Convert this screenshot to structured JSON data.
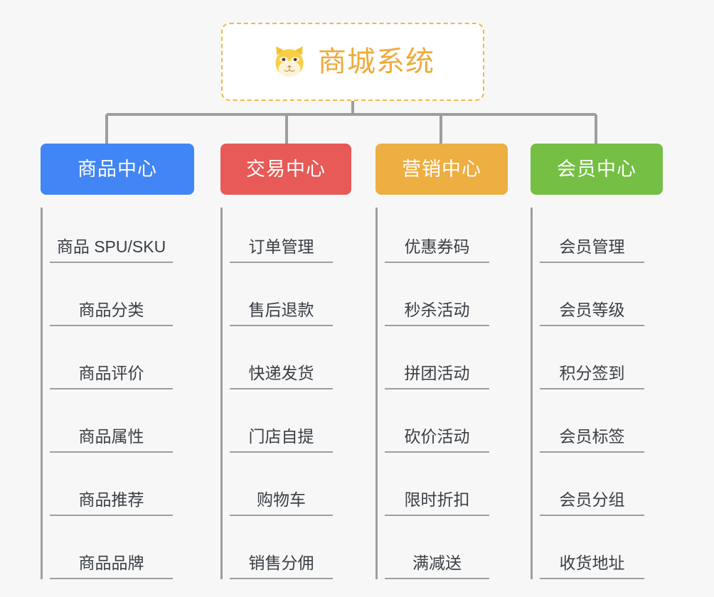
{
  "root": {
    "title": "商城系统",
    "icon": "shiba-dog-face-icon",
    "border_color": "#f0b849",
    "text_color": "#edab3b"
  },
  "canvas": {
    "background": "#f7f7f7",
    "connector_color": "#9e9e9e"
  },
  "columns": [
    {
      "title": "商品中心",
      "color": "#4285f4",
      "items": [
        "商品 SPU/SKU",
        "商品分类",
        "商品评价",
        "商品属性",
        "商品推荐",
        "商品品牌"
      ]
    },
    {
      "title": "交易中心",
      "color": "#e75a57",
      "items": [
        "订单管理",
        "售后退款",
        "快递发货",
        "门店自提",
        "购物车",
        "销售分佣"
      ]
    },
    {
      "title": "营销中心",
      "color": "#edae42",
      "items": [
        "优惠券码",
        "秒杀活动",
        "拼团活动",
        "砍价活动",
        "限时折扣",
        "满减送"
      ]
    },
    {
      "title": "会员中心",
      "color": "#74bf44",
      "items": [
        "会员管理",
        "会员等级",
        "积分签到",
        "会员标签",
        "会员分组",
        "收货地址"
      ]
    }
  ]
}
